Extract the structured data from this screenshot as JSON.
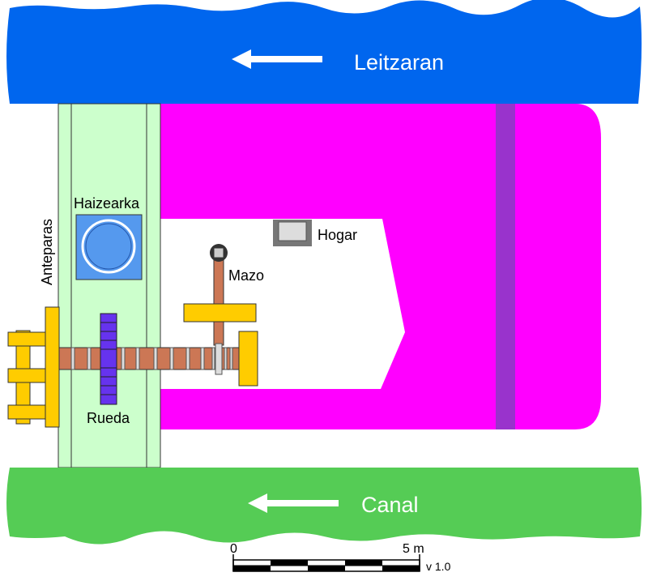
{
  "rivers": {
    "top_name": "Leitzaran",
    "bottom_name": "Canal",
    "top_color": "#0066ee",
    "bottom_color": "#55cc55"
  },
  "labels": {
    "haizearka": "Haizearka",
    "anteparas": "Anteparas",
    "hogar": "Hogar",
    "mazo": "Mazo",
    "rueda": "Rueda"
  },
  "colors": {
    "building": "#ff00ff",
    "wall_stripe": "#9933cc",
    "channel": "#ccffcc",
    "axle": "#cc7755",
    "yellow_parts": "#ffcc00",
    "wheel": "#6633ee",
    "blower": "#5599ee",
    "hearth": "#777777"
  },
  "scale": {
    "start_label": "0",
    "end_label": "5 m",
    "version": "v 1.0"
  }
}
